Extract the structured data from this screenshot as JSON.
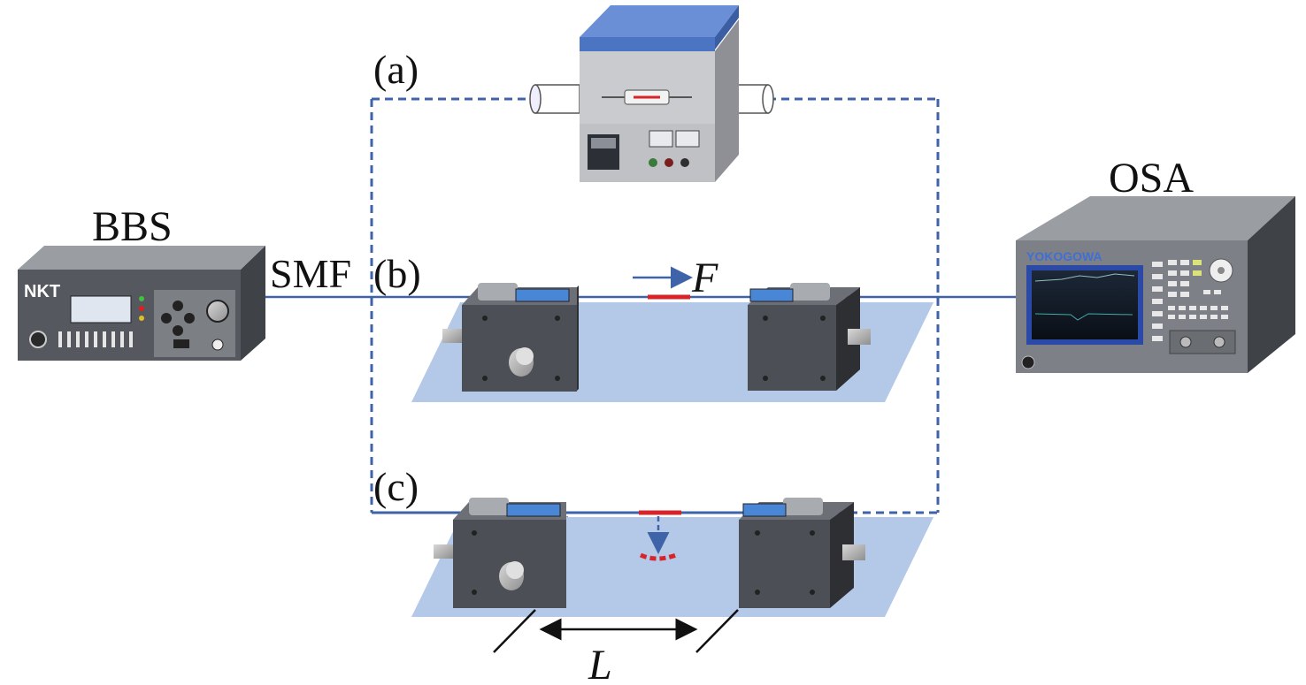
{
  "labels": {
    "a": "(a)",
    "b": "(b)",
    "c": "(c)",
    "bbs": "BBS",
    "osa": "OSA",
    "smf": "SMF",
    "force": "F",
    "length": "L"
  },
  "devices": {
    "bbs_brand": "NKT",
    "osa_brand": "YOKOGOWA"
  },
  "colors": {
    "fiber": "#3f63a8",
    "sensor": "#d6242a",
    "table": "#b4c8e8",
    "stage": "#4c4f56",
    "stage_side": "#3a3c42",
    "furnace_lid": "#4b74c2",
    "furnace_body": "#c9cbce",
    "device_top": "#8a8d93",
    "device_front": "#55585e",
    "device_side": "#3f4247",
    "osa_screen_frame": "#2b4aa8",
    "osa_screen": "#10161f"
  }
}
